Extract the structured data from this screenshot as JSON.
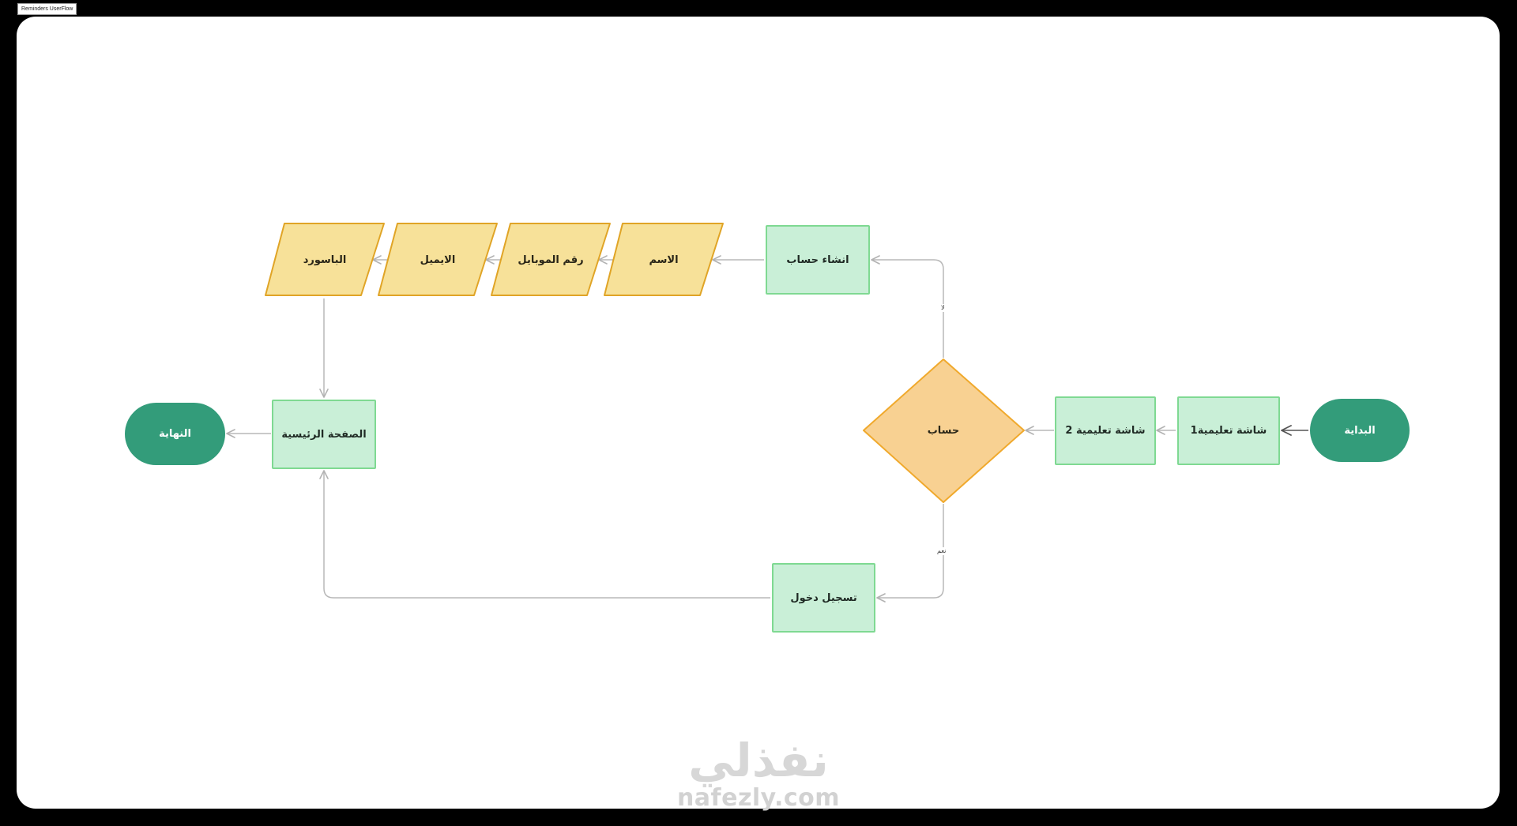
{
  "frame": {
    "label": "Reminders UserFlow"
  },
  "colors": {
    "terminal_fill": "#339c7a",
    "process_fill": "#c9efd7",
    "process_border": "#7fd992",
    "input_fill": "#f7e199",
    "input_border": "#e0a426",
    "decision_fill": "#f8d192",
    "decision_border": "#f0a92c",
    "connector": "#b8b8b8"
  },
  "flow": {
    "start": "البداية",
    "onboarding_1": "شاشة تعليمية1",
    "onboarding_2": "شاشة تعليمية 2",
    "decision_account": "حساب",
    "label_no": "لا",
    "label_yes": "نعم",
    "create_account": "انشاء حساب",
    "input_name": "الاسم",
    "input_mobile": "رقم الموبايل",
    "input_email": "الايميل",
    "input_password": "الباسورد",
    "login": "تسجيل دخول",
    "home": "الصفحة الرئيسية",
    "end": "النهاية"
  },
  "watermark": {
    "logo": "نفذلي",
    "url": "nafezly.com"
  }
}
